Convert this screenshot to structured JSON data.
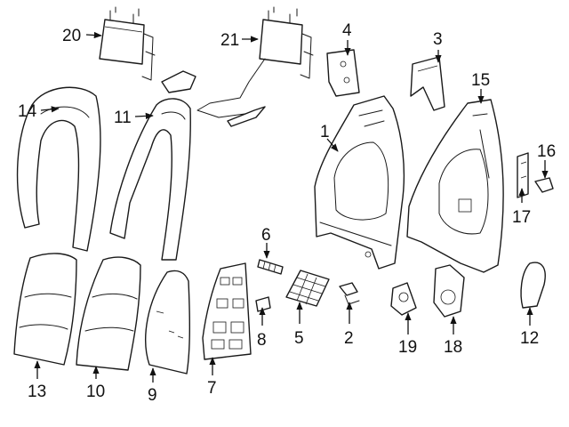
{
  "callouts": {
    "c1": "1",
    "c2": "2",
    "c3": "3",
    "c4": "4",
    "c5": "5",
    "c6": "6",
    "c7": "7",
    "c8": "8",
    "c9": "9",
    "c10": "10",
    "c11": "11",
    "c12": "12",
    "c13": "13",
    "c14": "14",
    "c15": "15",
    "c16": "16",
    "c17": "17",
    "c18": "18",
    "c19": "19",
    "c20": "20",
    "c21": "21"
  },
  "colors": {
    "line": "#1a1a1a",
    "background": "#ffffff"
  }
}
